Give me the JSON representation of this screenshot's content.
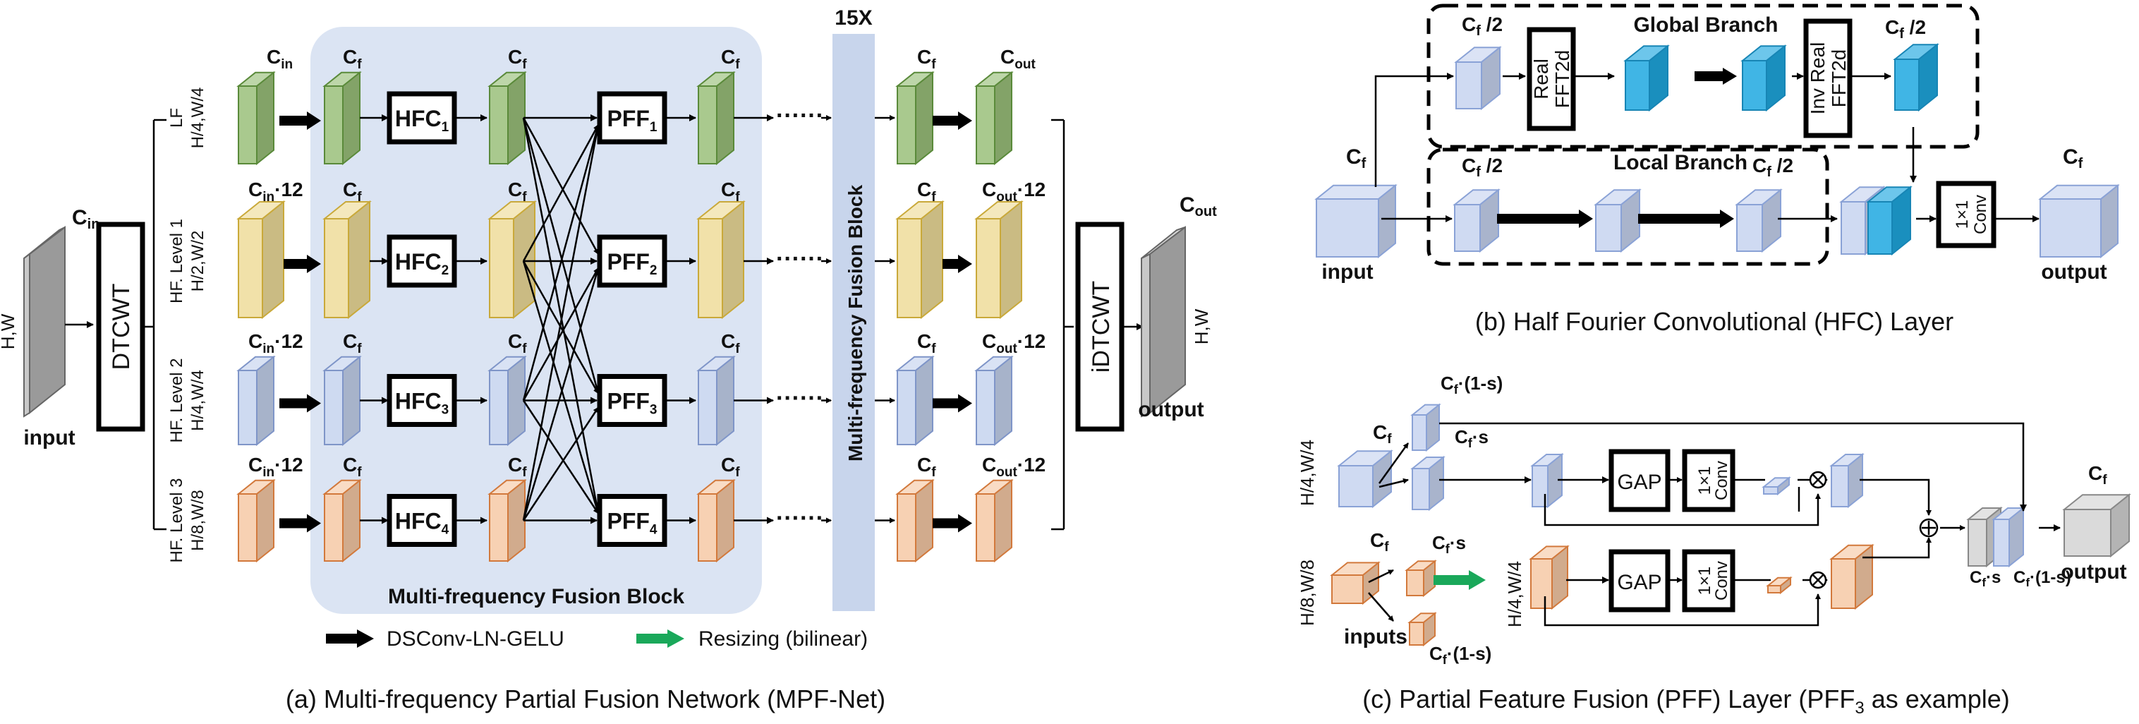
{
  "captions": {
    "a": "(a) Multi-frequency Partial Fusion Network (MPF-Net)",
    "b": "(b) Half Fourier Convolutional (HFC) Layer",
    "c": "(c) Partial Feature Fusion (PFF) Layer (PFF",
    "c_sub": "3",
    "c_end": " as example)"
  },
  "panel_a": {
    "input_dims": "H,W",
    "input_label": "input",
    "input_ch": "C",
    "input_ch_sub": "in",
    "dtcwt": "DTCWT",
    "idtcwt": "iDTCWT",
    "output_dims": "H,W",
    "output_label": "output",
    "output_ch": "C",
    "output_ch_sub": "out",
    "repeat": "15X",
    "fusion_block": "Multi-frequency Fusion Block",
    "fusion_block_vertical": "Multi-frequency Fusion Block",
    "dots": "······",
    "legend": {
      "black_arrow": "DSConv-LN-GELU",
      "green_arrow": "Resizing (bilinear)"
    },
    "cf": "C",
    "cf_sub": "f",
    "cin": "C",
    "cin_sub": "in",
    "cout": "C",
    "cout_sub": "out",
    "times12": "·12",
    "rows": [
      {
        "name": "LF",
        "dims": "H/4,W/4",
        "hfc": "HFC",
        "hfc_sub": "1",
        "pff": "PFF",
        "pff_sub": "1",
        "color": "#9ac07a"
      },
      {
        "name": "HF. Level 1",
        "dims": "H/2,W/2",
        "hfc": "HFC",
        "hfc_sub": "2",
        "pff": "PFF",
        "pff_sub": "2",
        "color": "#eedc9a"
      },
      {
        "name": "HF. Level 2",
        "dims": "H/4,W/4",
        "hfc": "HFC",
        "hfc_sub": "3",
        "pff": "PFF",
        "pff_sub": "3",
        "color": "#c5d3ee"
      },
      {
        "name": "HF. Level 3",
        "dims": "H/8,W/8",
        "hfc": "HFC",
        "hfc_sub": "4",
        "pff": "PFF",
        "pff_sub": "4",
        "color": "#f6c9a6"
      }
    ]
  },
  "panel_b": {
    "global_branch": "Global Branch",
    "local_branch": "Local Branch",
    "real_fft": "Real FFT2d",
    "real_fft_l1": "Real",
    "real_fft_l2": "FFT2d",
    "inv_fft_l1": "Inv Real",
    "inv_fft_l2": "FFT2d",
    "conv_l1": "1×1",
    "conv_l2": "Conv",
    "half": "C",
    "half_sub": "f",
    "half_end": " /2",
    "cf": "C",
    "cf_sub": "f",
    "input_label": "input",
    "output_label": "output",
    "blue": "#1ea8e0"
  },
  "panel_c": {
    "top_dims": "H/4,W/4",
    "bot_dims": "H/8,W/8",
    "mid_dims": "H/4,W/4",
    "gap": "GAP",
    "conv_l1": "1×1",
    "conv_l2": "Conv",
    "cf": "C",
    "cf_sub": "f",
    "cf_1s": "·(1-s)",
    "cf_s": "·s",
    "inputs_label": "inputs",
    "output_label": "output",
    "green": "#1aa85a"
  }
}
